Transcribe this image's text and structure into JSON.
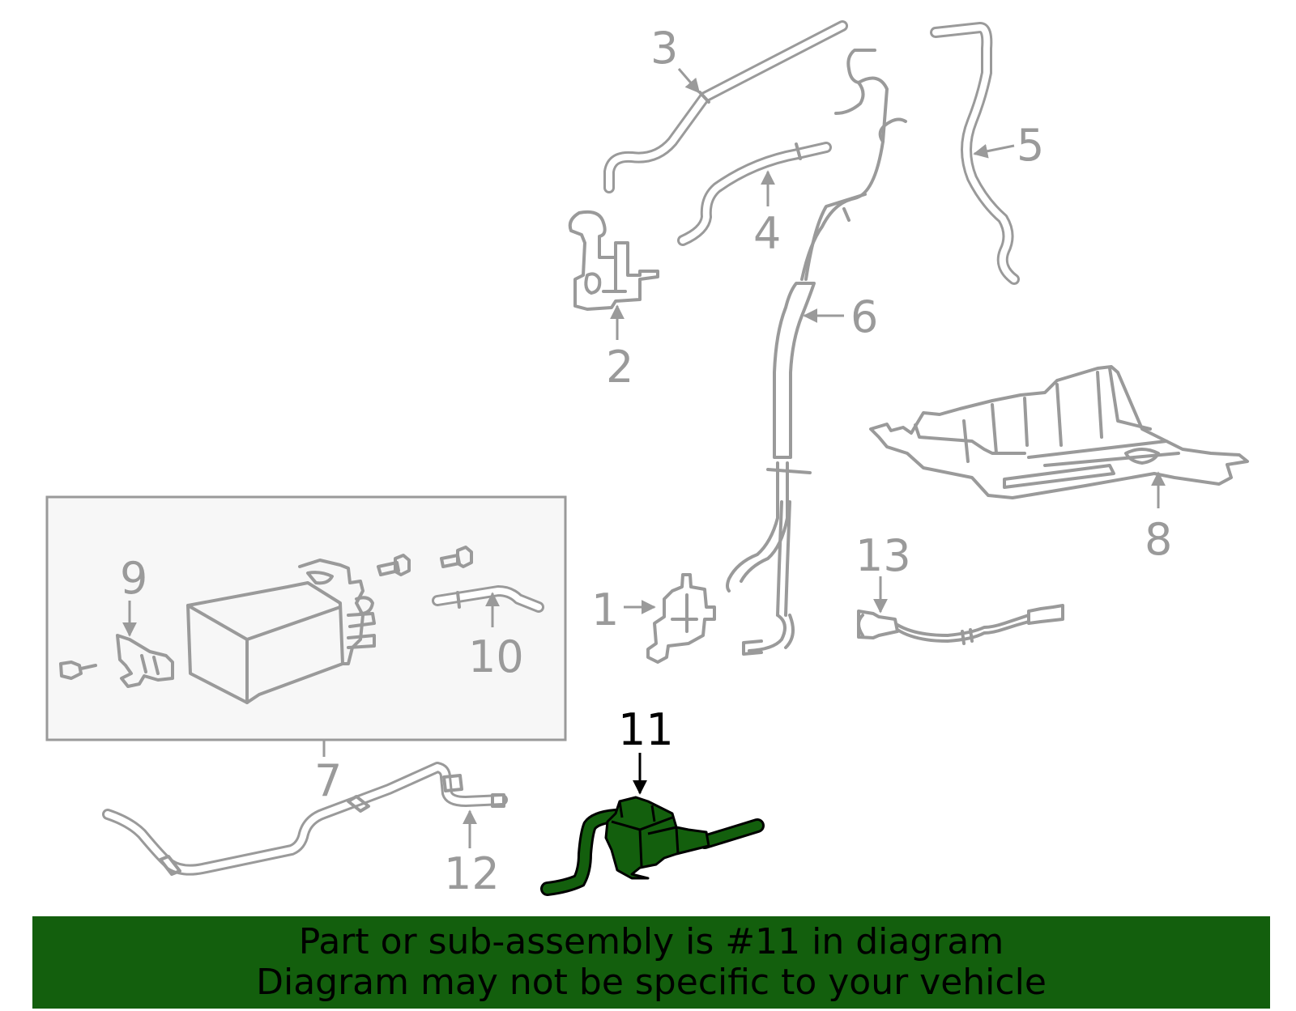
{
  "diagram": {
    "callouts": {
      "c1": "1",
      "c2": "2",
      "c3": "3",
      "c4": "4",
      "c5": "5",
      "c6": "6",
      "c7": "7",
      "c8": "8",
      "c9": "9",
      "c10": "10",
      "c11": "11",
      "c12": "12",
      "c13": "13"
    },
    "highlighted_part": "11",
    "colors": {
      "part_outline": "#9a9a9a",
      "highlight_fill": "#135f0d",
      "banner_bg": "#135f0d",
      "box_fill": "#f7f7f7"
    }
  },
  "banner": {
    "line1": "Part or sub-assembly is #11 in diagram",
    "line2": "Diagram may not be specific to your vehicle"
  }
}
